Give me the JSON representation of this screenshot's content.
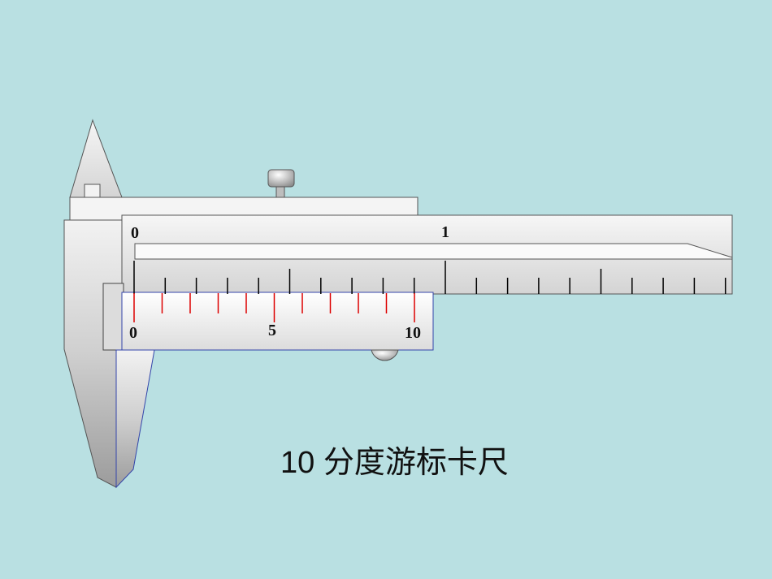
{
  "caliper": {
    "main_scale_labels": [
      "0",
      "1"
    ],
    "vernier_scale_labels": [
      "0",
      "5",
      "10"
    ],
    "vernier_divisions": 10
  },
  "caption": "10 分度游标卡尺",
  "colors": {
    "background": "#b9e0e2",
    "body_fill": "#e6e6e6",
    "vernier_tick": "#dd0000",
    "main_tick": "#000000",
    "outline": "#444444"
  }
}
